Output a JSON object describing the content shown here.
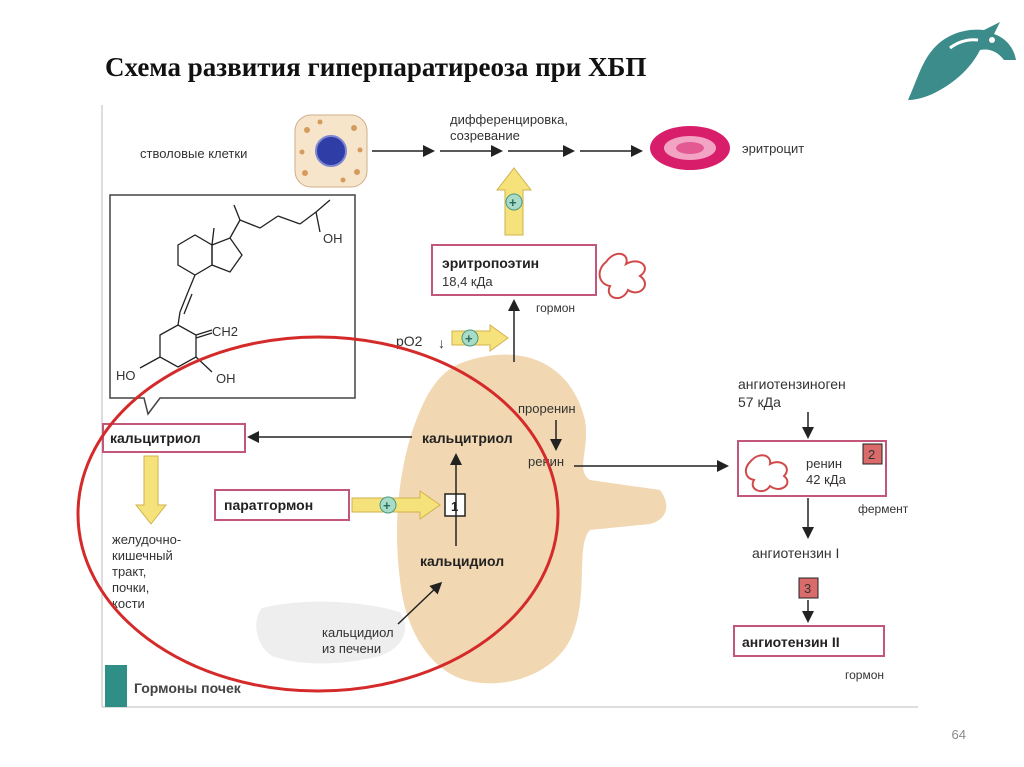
{
  "slide": {
    "title": "Схема развития гиперпаратиреоза при ХБП",
    "page_number": "64"
  },
  "erythropoiesis": {
    "stem_cells": "стволовые клетки",
    "differentiation": "дифференцировка,",
    "maturation": "созревание",
    "erythrocyte": "эритроцит",
    "erythropoietin_name": "эритропоэтин",
    "erythropoietin_mass": "18,4 кДа",
    "hormone": "гормон",
    "po2": "pO2"
  },
  "vitamin_d": {
    "oh_label": "OH",
    "ch2_label": "CH2",
    "ho_label": "HO",
    "calcitriol_box": "кальцитриол",
    "target_organs": [
      "желудочно-",
      "кишечный",
      "тракт,",
      "почки,",
      "кости"
    ],
    "parathormone": "паратгормон",
    "calcitriol_kidney": "кальцитриол",
    "calcidiol": "кальцидиол",
    "calcidiol_liver_1": "кальцидиол",
    "calcidiol_liver_2": "из печени",
    "step_1": "1"
  },
  "raas": {
    "prorenin": "проренин",
    "renin": "ренин",
    "angiotensinogen": "ангиотензиноген",
    "angiotensinogen_mass": "57 кДа",
    "renin_box_name": "ренин",
    "renin_box_mass": "42 кДа",
    "enzyme": "фермент",
    "angiotensin_1": "ангиотензин I",
    "angiotensin_2": "ангиотензин II",
    "hormone": "гормон",
    "step_2": "2",
    "step_3": "3"
  },
  "footer": {
    "label": "Гормоны почек"
  },
  "colors": {
    "highlight_circle": "#d42a2a",
    "kidney": "#f1d7b2",
    "yellow_arrow": "#f6e27a",
    "box_border": "#c2577a",
    "plus_circle": "#a9dbc9",
    "erythrocyte": "#d81e6a",
    "footer_bar": "#2f8f86",
    "logo": "#3b8c8a"
  }
}
